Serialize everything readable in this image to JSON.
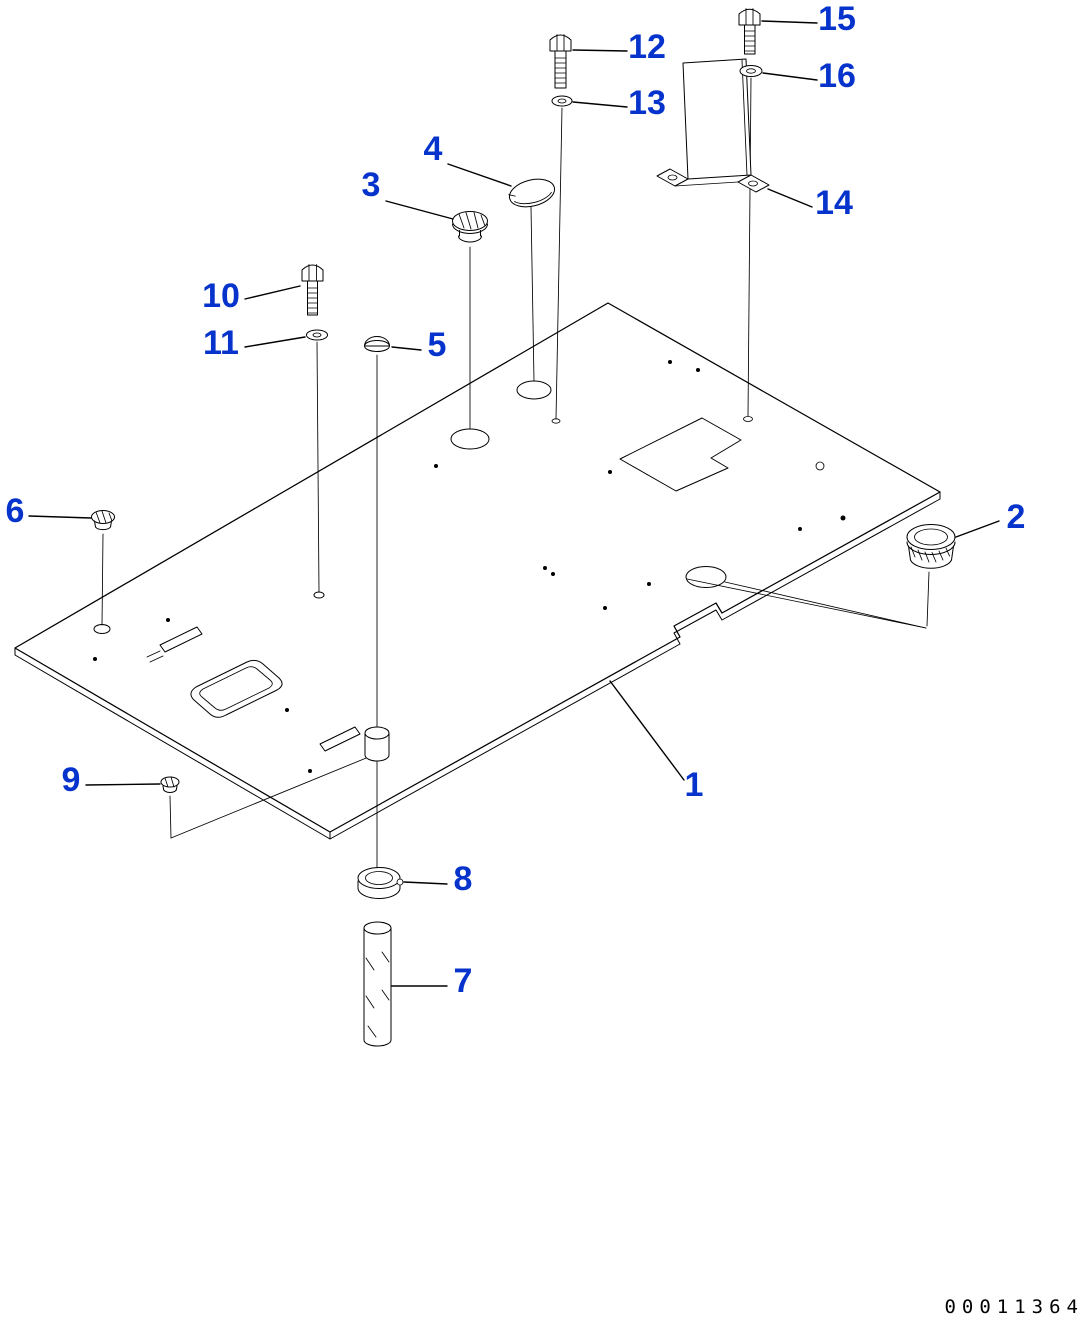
{
  "document": {
    "background_color": "#ffffff",
    "figure": {
      "type": "exploded-parts-diagram",
      "callout_color": "#0533cc",
      "line_color": "#000000",
      "drawing_number": "00011364",
      "callouts": [
        {
          "label": "1"
        },
        {
          "label": "2"
        },
        {
          "label": "3"
        },
        {
          "label": "4"
        },
        {
          "label": "5"
        },
        {
          "label": "6"
        },
        {
          "label": "7"
        },
        {
          "label": "8"
        },
        {
          "label": "9"
        },
        {
          "label": "10"
        },
        {
          "label": "11"
        },
        {
          "label": "12"
        },
        {
          "label": "13"
        },
        {
          "label": "14"
        },
        {
          "label": "15"
        },
        {
          "label": "16"
        }
      ]
    }
  }
}
